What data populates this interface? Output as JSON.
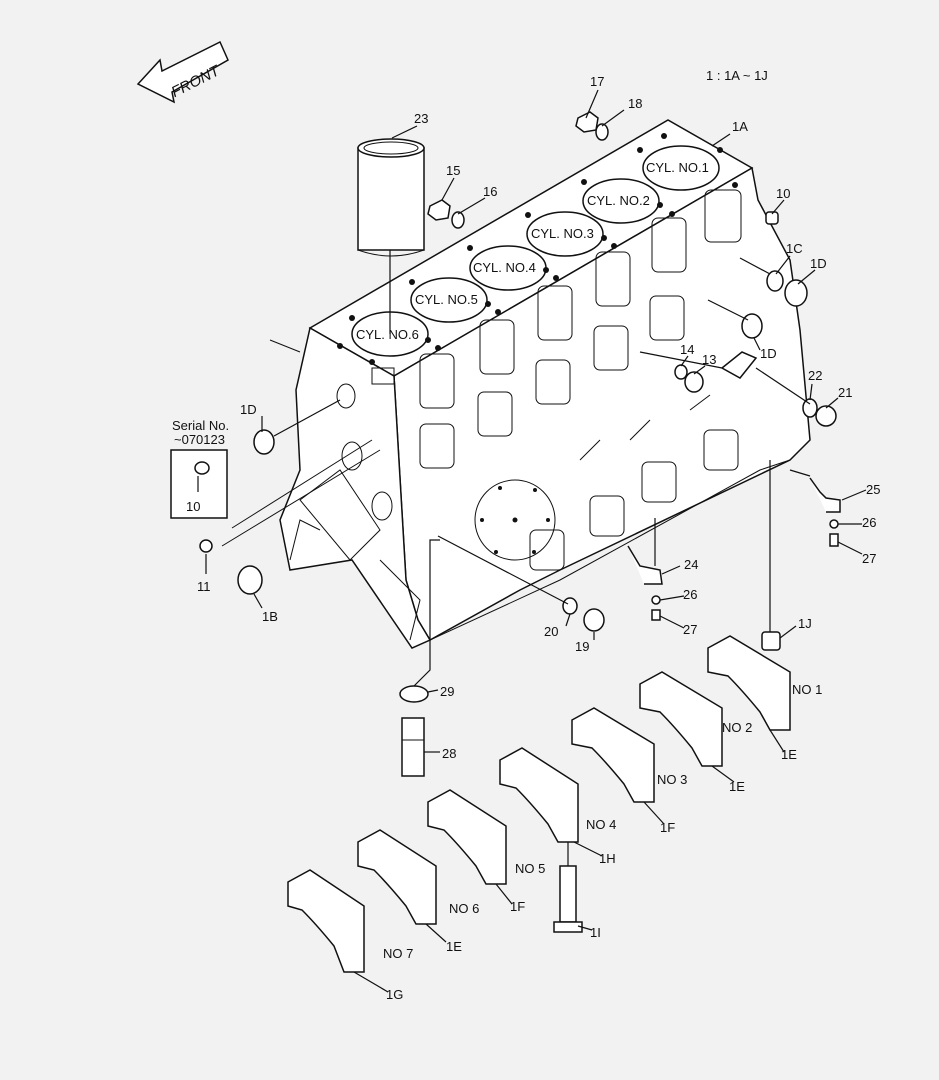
{
  "front_label": "FRONT",
  "note": "1 : 1A ~ 1J",
  "serial_box": {
    "line1": "Serial No.",
    "line2": "~070123",
    "part": "10"
  },
  "cylinders": [
    "CYL. NO.1",
    "CYL. NO.2",
    "CYL. NO.3",
    "CYL. NO.4",
    "CYL. NO.5",
    "CYL. NO.6"
  ],
  "callouts": {
    "c1A": "1A",
    "c1B": "1B",
    "c1C": "1C",
    "c1D_a": "1D",
    "c1D_b": "1D",
    "c1D_c": "1D",
    "c1J": "1J",
    "c1I": "1I",
    "c10": "10",
    "c11": "11",
    "c13": "13",
    "c14": "14",
    "c15": "15",
    "c16": "16",
    "c17": "17",
    "c18": "18",
    "c19": "19",
    "c20": "20",
    "c21": "21",
    "c22": "22",
    "c23": "23",
    "c24": "24",
    "c25": "25",
    "c26a": "26",
    "c26b": "26",
    "c27a": "27",
    "c27b": "27",
    "c28": "28",
    "c29": "29"
  },
  "main_caps": [
    {
      "no": "NO 1",
      "code": "1E"
    },
    {
      "no": "NO 2",
      "code": "1E"
    },
    {
      "no": "NO 3",
      "code": "1F"
    },
    {
      "no": "NO  4",
      "code": "1H"
    },
    {
      "no": "NO 5",
      "code": "1F"
    },
    {
      "no": "NO 6",
      "code": "1E"
    },
    {
      "no": "NO 7",
      "code": "1G"
    }
  ]
}
